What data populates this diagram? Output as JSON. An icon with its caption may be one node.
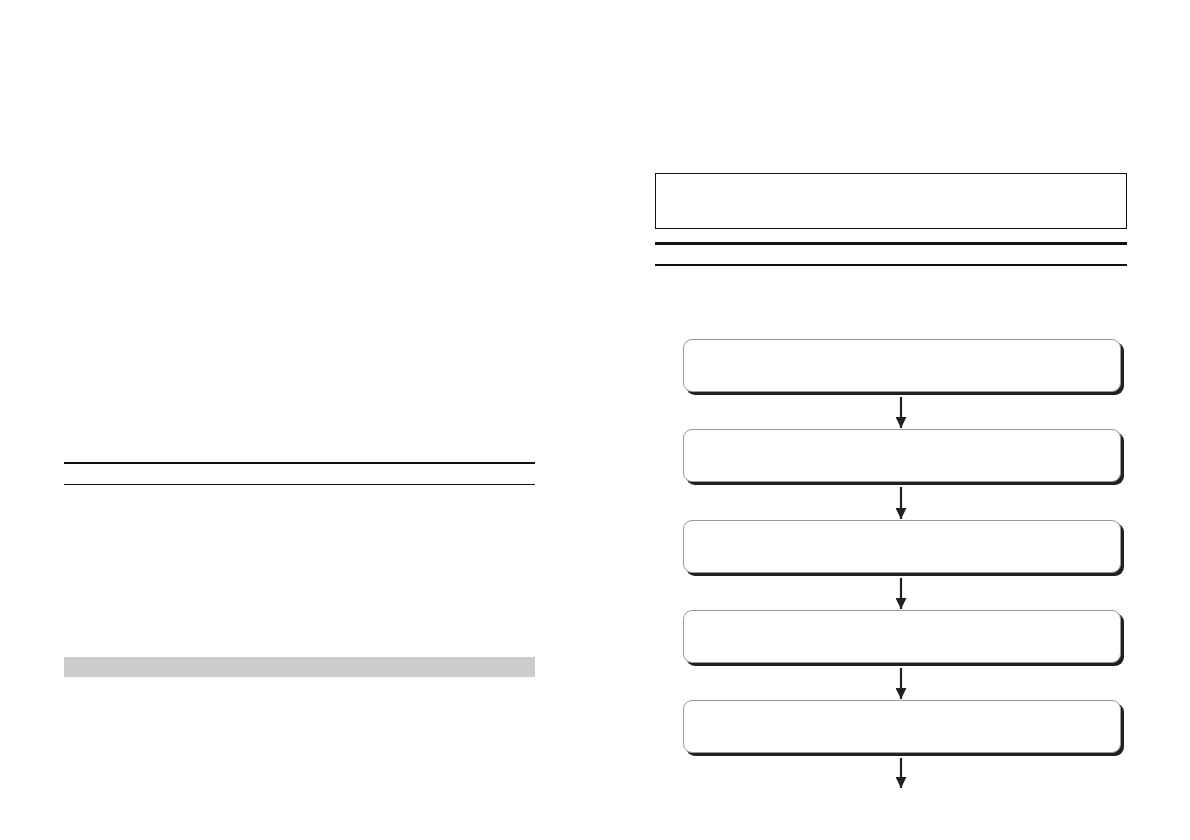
{
  "diagram": {
    "nodes": [
      {
        "text": [],
        "shape": "bar"
      },
      {
        "text": [],
        "shape": "box"
      },
      {
        "text": [],
        "shape": "box"
      },
      {
        "text": [],
        "shape": "box"
      },
      {
        "text": [],
        "shape": "box"
      },
      {
        "text": [],
        "shape": "box"
      }
    ],
    "edges": [
      {
        "from": 1,
        "to": 2,
        "arrow": "to"
      },
      {
        "from": 2,
        "to": 3,
        "arrow": "to"
      },
      {
        "from": 3,
        "to": 4,
        "arrow": "to"
      },
      {
        "from": 4,
        "to": 5,
        "arrow": "to"
      },
      {
        "from": 5,
        "to": null,
        "arrow": "to"
      }
    ]
  }
}
